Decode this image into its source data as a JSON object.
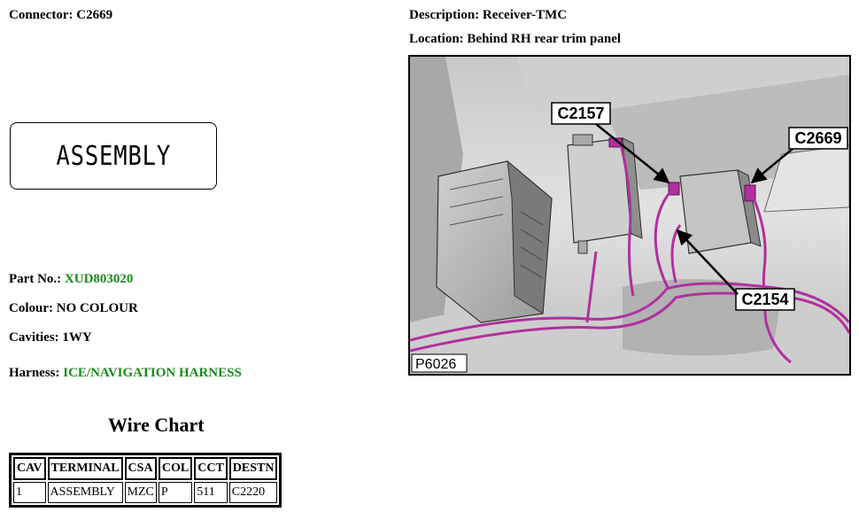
{
  "connector": {
    "label": "Connector:",
    "value": "C2669"
  },
  "description": {
    "label": "Description:",
    "value": "Receiver-TMC"
  },
  "location": {
    "label": "Location:",
    "value": "Behind RH rear trim panel"
  },
  "assembly_label": "ASSEMBLY",
  "part_no": {
    "label": "Part No.:",
    "value": "XUD803020"
  },
  "colour": {
    "label": "Colour:",
    "value": "NO COLOUR"
  },
  "cavities": {
    "label": "Cavities:",
    "value": "1WY"
  },
  "harness": {
    "label": "Harness:",
    "value": "ICE/NAVIGATION HARNESS"
  },
  "wire_chart": {
    "title": "Wire Chart",
    "headers": [
      "CAV",
      "TERMINAL",
      "CSA",
      "COL",
      "CCT",
      "DESTN"
    ],
    "rows": [
      [
        "1",
        "ASSEMBLY",
        "MZC",
        "P",
        "511",
        "C2220"
      ]
    ]
  },
  "diagram": {
    "callouts": [
      "C2157",
      "C2669",
      "C2154"
    ],
    "figure_id": "P6026"
  },
  "colors": {
    "link_green": "#1a8a1a",
    "harness_magenta": "#b0309e"
  }
}
